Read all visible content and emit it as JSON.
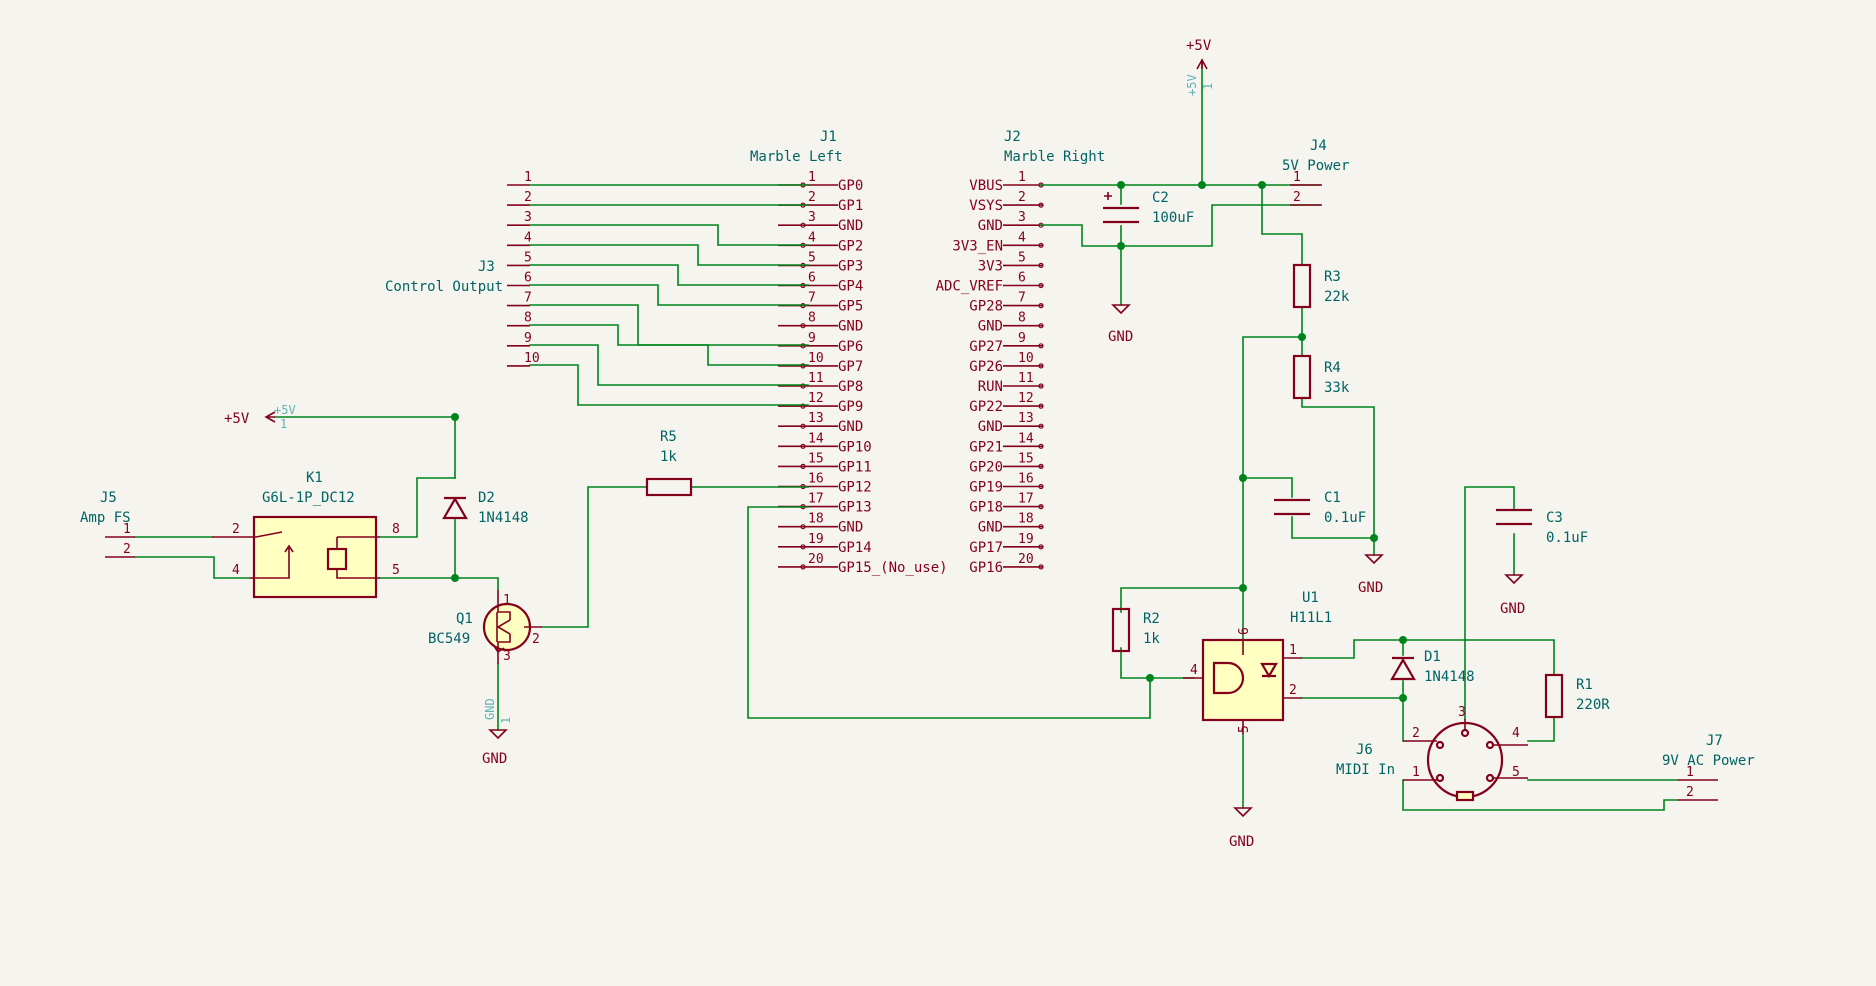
{
  "colors": {
    "wire": "#00841c",
    "symbol": "#84001a",
    "reference": "#006464",
    "fill": "#ffffc2",
    "background": "#f5f4ef"
  },
  "j1": {
    "ref": "J1",
    "value": "Marble Left",
    "pins": [
      "GP0",
      "GP1",
      "GND",
      "GP2",
      "GP3",
      "GP4",
      "GP5",
      "GND",
      "GP6",
      "GP7",
      "GP8",
      "GP9",
      "GND",
      "GP10",
      "GP11",
      "GP12",
      "GP13",
      "GND",
      "GP14",
      "GP15_(No_use)"
    ]
  },
  "j2": {
    "ref": "J2",
    "value": "Marble Right",
    "pins": [
      "VBUS",
      "VSYS",
      "GND",
      "3V3_EN",
      "3V3",
      "ADC_VREF",
      "GP28",
      "GND",
      "GP27",
      "GP26",
      "RUN",
      "GP22",
      "GND",
      "GP21",
      "GP20",
      "GP19",
      "GP18",
      "GND",
      "GP17",
      "GP16"
    ]
  },
  "pin_numbers": [
    "1",
    "2",
    "3",
    "4",
    "5",
    "6",
    "7",
    "8",
    "9",
    "10",
    "11",
    "12",
    "13",
    "14",
    "15",
    "16",
    "17",
    "18",
    "19",
    "20"
  ],
  "j3": {
    "ref": "J3",
    "value": "Control Output",
    "pins": [
      "1",
      "2",
      "3",
      "4",
      "5",
      "6",
      "7",
      "8",
      "9",
      "10"
    ]
  },
  "j4": {
    "ref": "J4",
    "value": "5V Power"
  },
  "j5": {
    "ref": "J5",
    "value": "Amp FS"
  },
  "j6": {
    "ref": "J6",
    "value": "MIDI In"
  },
  "j7": {
    "ref": "J7",
    "value": "9V AC Power"
  },
  "k1": {
    "ref": "K1",
    "value": "G6L-1P_DC12",
    "pins": [
      "2",
      "8",
      "4",
      "5"
    ]
  },
  "d1": {
    "ref": "D1",
    "value": "1N4148"
  },
  "d2": {
    "ref": "D2",
    "value": "1N4148"
  },
  "q1": {
    "ref": "Q1",
    "value": "BC549"
  },
  "u1": {
    "ref": "U1",
    "value": "H11L1",
    "pins": [
      "1",
      "2",
      "4",
      "5",
      "6"
    ]
  },
  "r1": {
    "ref": "R1",
    "value": "220R"
  },
  "r2": {
    "ref": "R2",
    "value": "1k"
  },
  "r3": {
    "ref": "R3",
    "value": "22k"
  },
  "r4": {
    "ref": "R4",
    "value": "33k"
  },
  "r5": {
    "ref": "R5",
    "value": "1k"
  },
  "c1": {
    "ref": "C1",
    "value": "0.1uF"
  },
  "c2": {
    "ref": "C2",
    "value": "100uF"
  },
  "c3": {
    "ref": "C3",
    "value": "0.1uF"
  },
  "power": {
    "v5": "+5V",
    "gnd": "GND",
    "ghost_pin": "1"
  }
}
